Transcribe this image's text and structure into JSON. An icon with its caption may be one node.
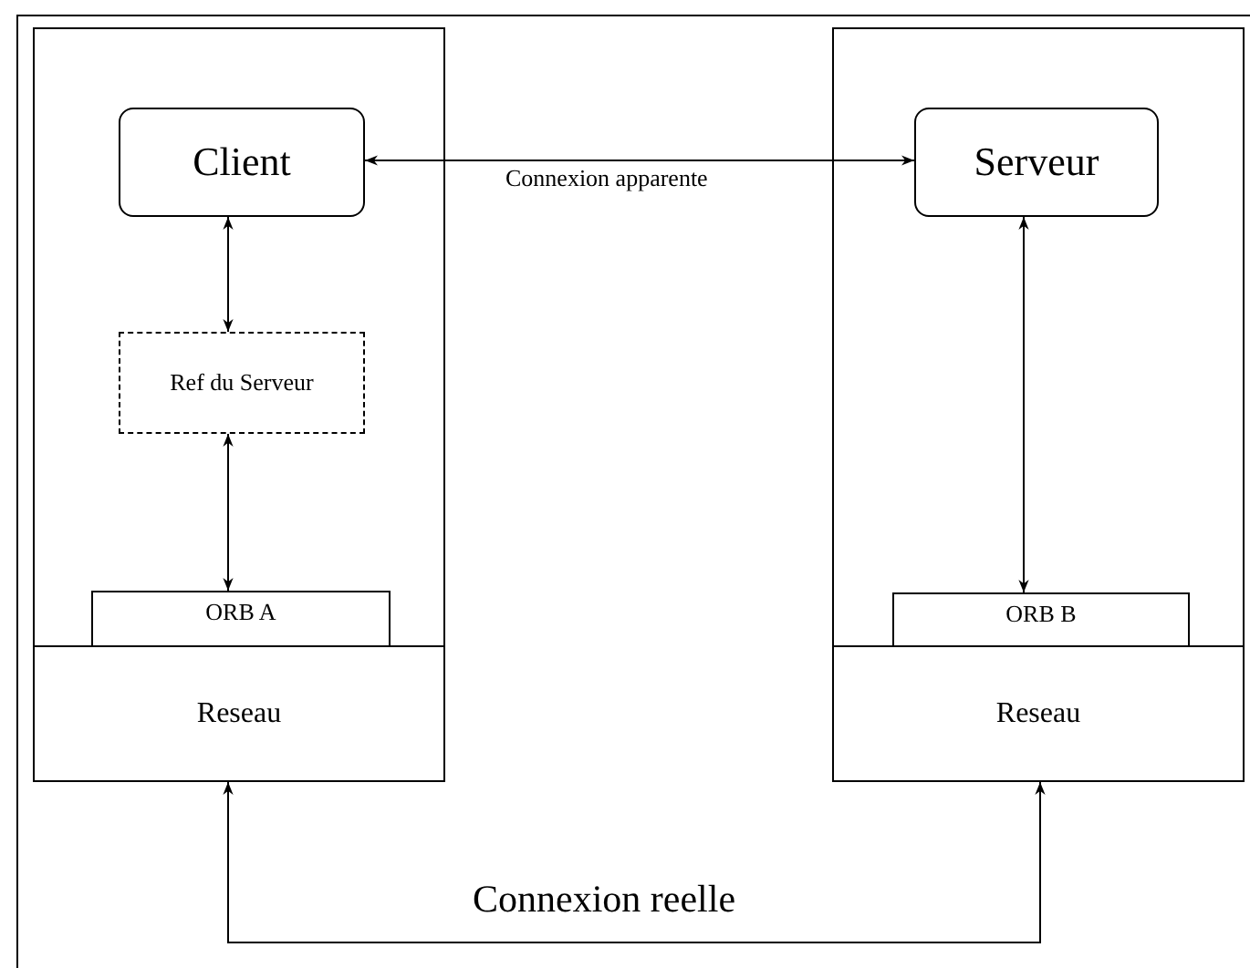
{
  "diagram": {
    "nodes": [
      {
        "text": [],
        "shape": "box"
      },
      {
        "text": [
          "Client"
        ],
        "in": 0
      },
      {
        "text": [
          "Ref du Serveur"
        ],
        "in": 0
      },
      {
        "text": [
          "ORB A"
        ],
        "in": 0
      },
      {
        "text": [
          "Reseau"
        ],
        "in": 0
      },
      {
        "text": [],
        "shape": "box"
      },
      {
        "text": [
          "Serveur"
        ],
        "in": 5
      },
      {
        "text": [
          "ORB B"
        ],
        "in": 5
      },
      {
        "text": [
          "Reseau"
        ],
        "in": 5
      }
    ],
    "edges": [
      {
        "from": 1,
        "to": 6,
        "arrow": "both",
        "label": "Connexion apparente"
      },
      {
        "from": 1,
        "to": 2,
        "arrow": "both"
      },
      {
        "from": 2,
        "to": 3,
        "arrow": "both"
      },
      {
        "from": 6,
        "to": 7,
        "arrow": "both"
      },
      {
        "from": 4,
        "to": 8,
        "arrow": "both",
        "label": "Connexion reelle"
      }
    ]
  }
}
